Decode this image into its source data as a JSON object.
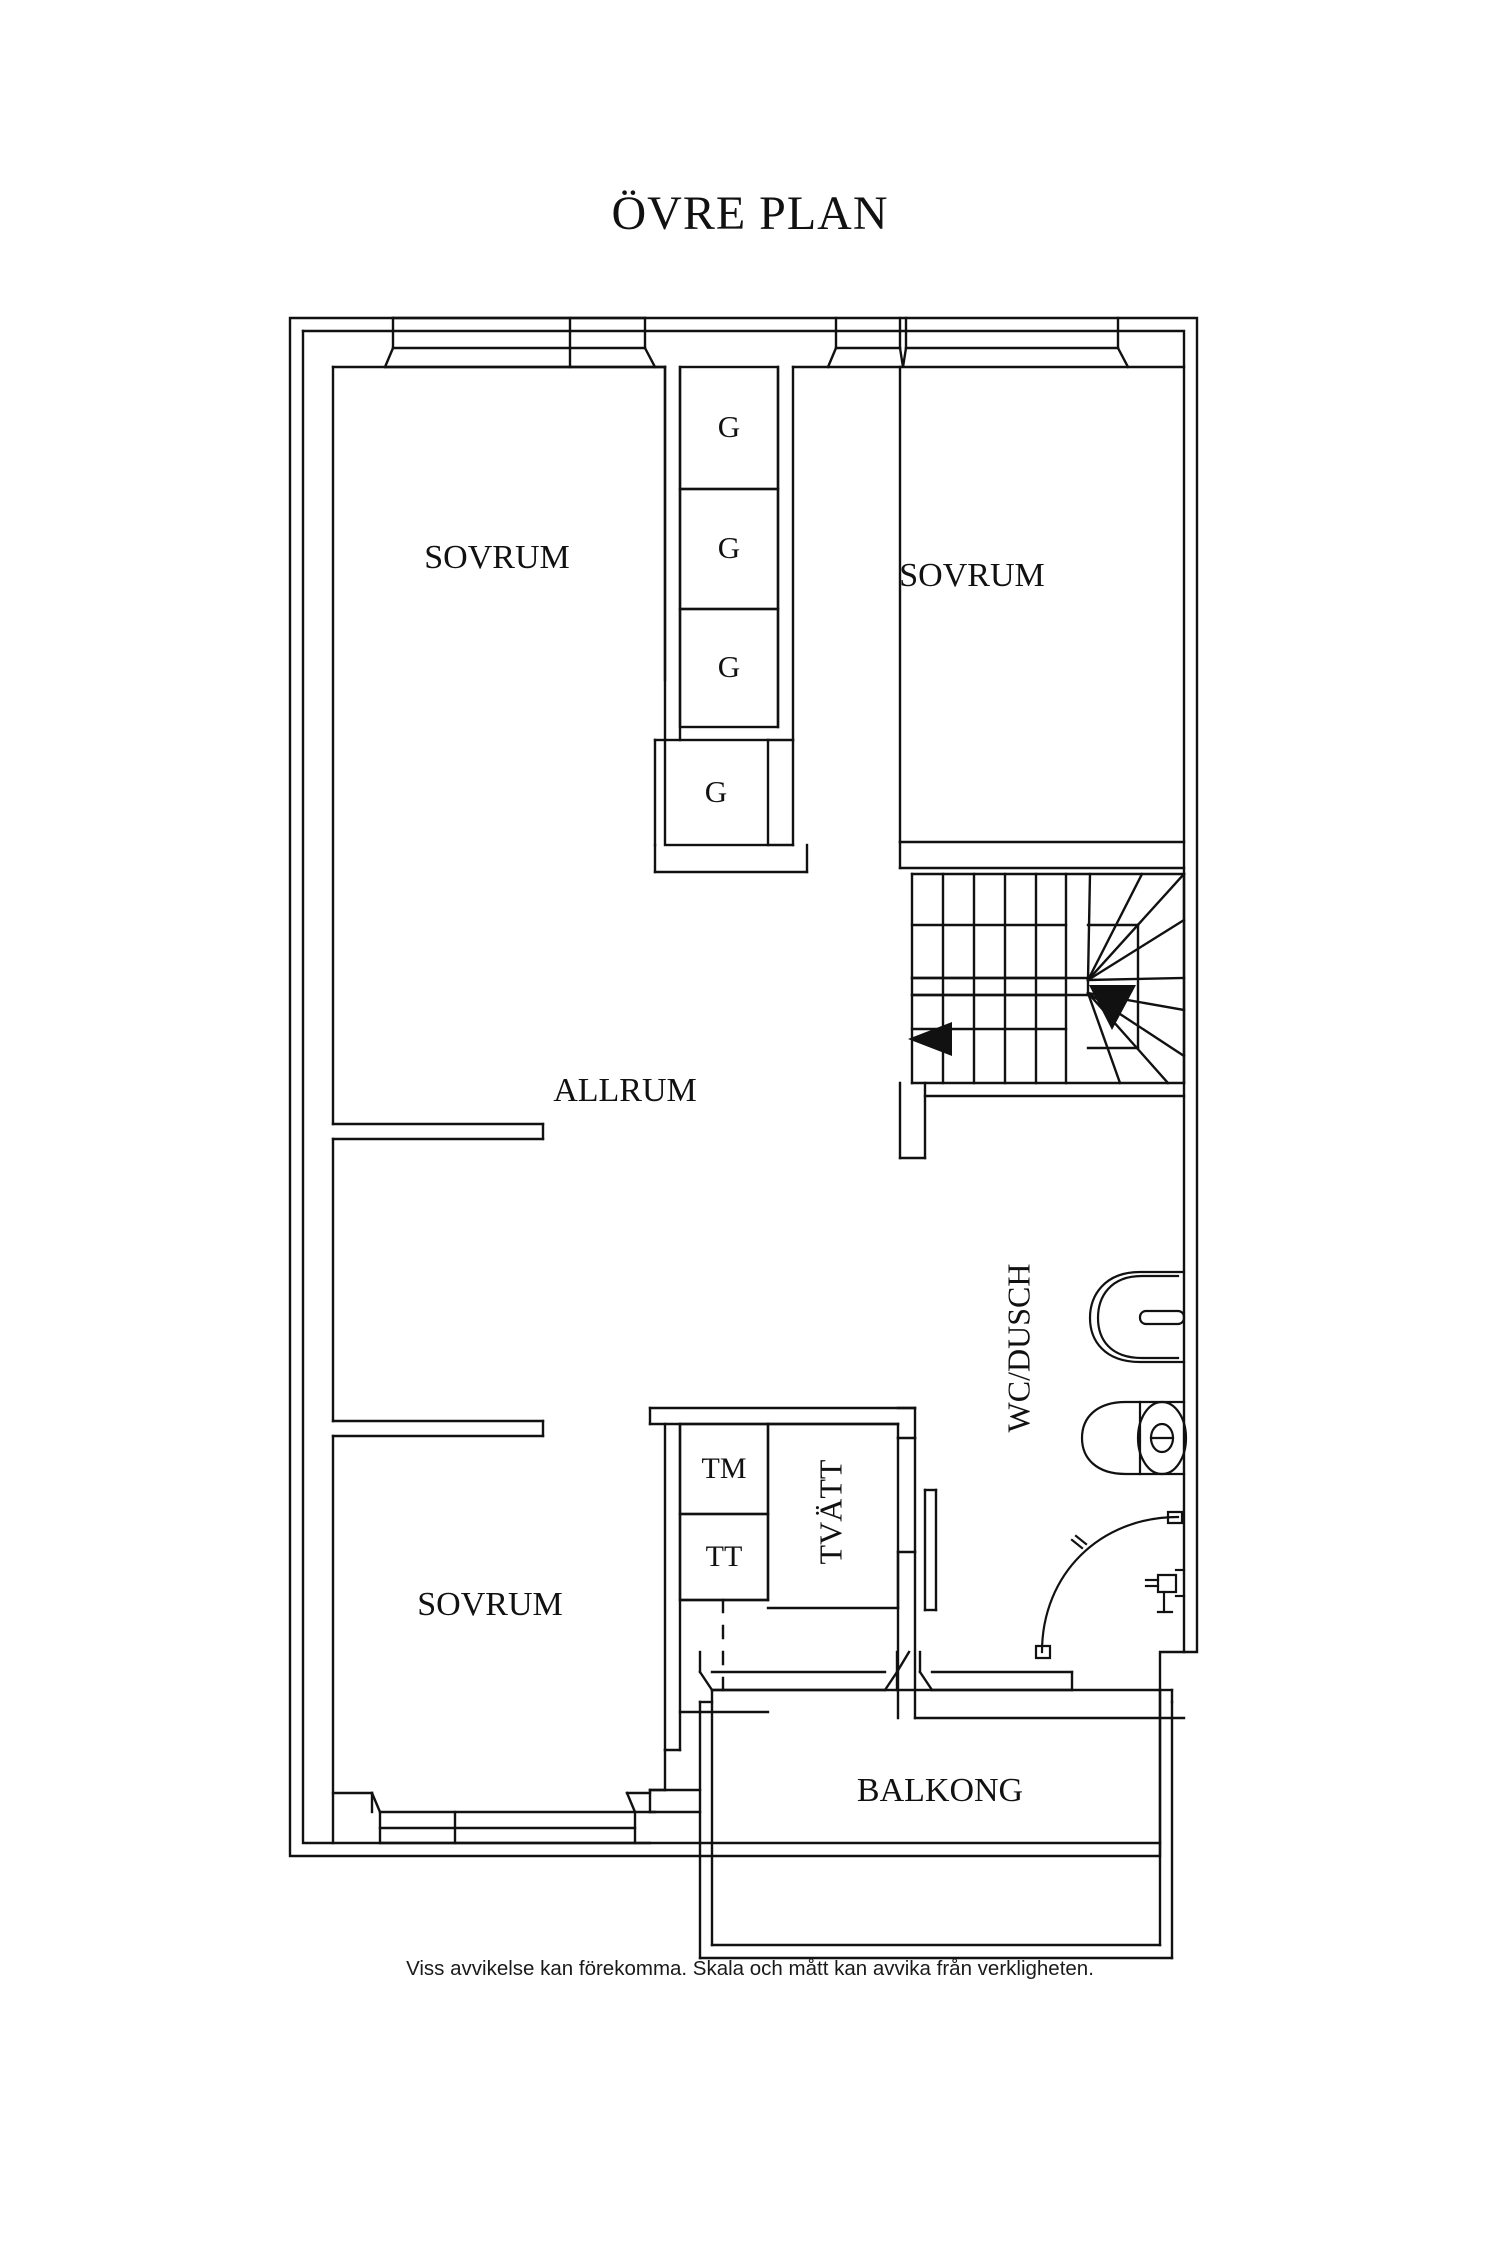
{
  "document": {
    "title": "ÖVRE PLAN",
    "disclaimer": "Viss avvikelse kan förekomma. Skala och mått kan avvika från verkligheten.",
    "drawing_type": "floor-plan",
    "line_color": "#111111",
    "background_color": "#ffffff"
  },
  "rooms": {
    "bedroom_top_left": {
      "label": "SOVRUM"
    },
    "bedroom_top_right": {
      "label": "SOVRUM"
    },
    "bedroom_bottom_left": {
      "label": "SOVRUM"
    },
    "living_room": {
      "label": "ALLRUM"
    },
    "bathroom": {
      "label": "WC/DUSCH"
    },
    "laundry": {
      "label": "TVÄTT"
    },
    "balcony": {
      "label": "BALKONG"
    }
  },
  "closets": [
    {
      "label": "G"
    },
    {
      "label": "G"
    },
    {
      "label": "G"
    },
    {
      "label": "G"
    }
  ],
  "appliances": [
    {
      "label": "TM"
    },
    {
      "label": "TT"
    }
  ],
  "fixtures": {
    "sink": "washbasin-icon",
    "toilet": "toilet-icon",
    "shower": "shower-icon",
    "staircase": "winder-staircase-icon",
    "stair_arrow_down": "arrow-down-icon",
    "stair_arrow_left": "arrow-left-icon"
  }
}
